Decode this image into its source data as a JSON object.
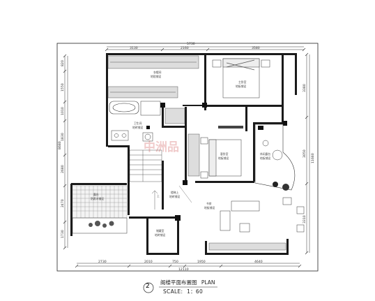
{
  "plan": {
    "title": "阁楼平面布置图",
    "title_en": "PLAN",
    "scale_label": "SCALE:",
    "scale_value": "1：60",
    "drawing_number": "2",
    "watermark": "中洲品"
  },
  "dimensions": {
    "top_total": "5730",
    "top": [
      "3130",
      "2160",
      "3580"
    ],
    "bottom_total": "12110",
    "bottom": [
      "2730",
      "2010",
      "750",
      "1950",
      "4640"
    ],
    "left_total": "8680",
    "left": [
      "820",
      "1550",
      "1010",
      "1830",
      "2680",
      "2470",
      "1730"
    ],
    "right_total": "11660",
    "right": [
      "3380",
      "3050",
      "3310"
    ]
  },
  "rooms": [
    {
      "id": "closet",
      "name": "衣帽间",
      "floor": "地毯铺设"
    },
    {
      "id": "bedroom",
      "name": "主卧室",
      "floor": "地板铺设"
    },
    {
      "id": "bathroom",
      "name": "卫生间",
      "floor": "地砖铺设"
    },
    {
      "id": "guest_bedroom",
      "name": "客卧室",
      "floor": "地板铺设"
    },
    {
      "id": "lounge",
      "name": "休闲露台",
      "floor": "地板铺设"
    },
    {
      "id": "hall",
      "name": "楼梯上",
      "floor": "地砖铺设"
    },
    {
      "id": "study",
      "name": "书房",
      "floor": "地板铺设"
    },
    {
      "id": "terrace",
      "name": "露台",
      "floor": "防腐木铺设"
    },
    {
      "id": "storage",
      "name": "储藏室",
      "floor": "地砖铺设"
    }
  ],
  "stair_label": "上"
}
